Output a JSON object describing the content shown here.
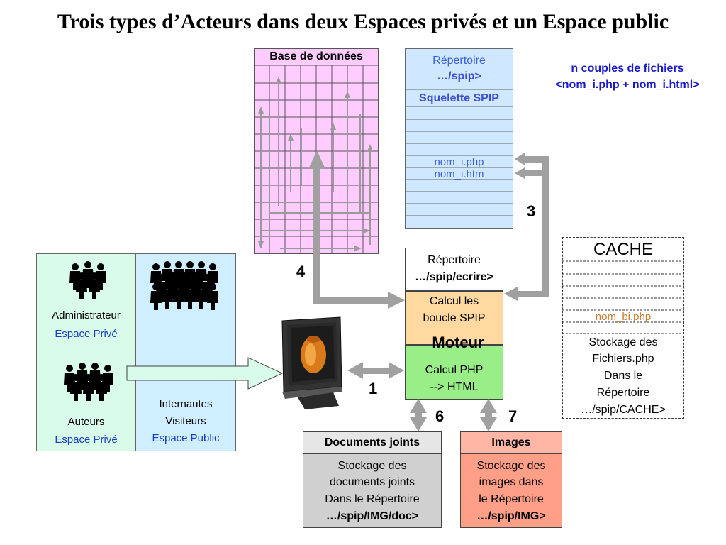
{
  "title": "Trois types d’Acteurs dans deux Espaces privés et un Espace public",
  "database": {
    "header": "Base de données"
  },
  "squelette": {
    "dir_label": "Répertoire",
    "dir_path": "…/spip>",
    "header": "Squelette SPIP",
    "file_php": "nom_i.php",
    "file_htm": "nom_i.htm"
  },
  "note": {
    "line1": "n couples de fichiers",
    "line2": "<nom_i.php + nom_i.html>"
  },
  "cache": {
    "header": "CACHE",
    "file": "nom_bi.php",
    "desc": [
      "Stockage des",
      "Fichiers.php",
      "Dans le",
      "Répertoire",
      "…/spip/CACHE>"
    ]
  },
  "engine": {
    "dir_label": "Répertoire",
    "dir_path": "…/spip/ecrire>",
    "calc_loop": [
      "Calcul les",
      "boucle SPIP"
    ],
    "moteur": "Moteur",
    "calc_php": [
      "Calcul PHP",
      "--> HTML"
    ]
  },
  "actors": {
    "admin_label": "Administrateur",
    "admin_space": "Espace Privé",
    "authors_label": "Auteurs",
    "authors_space": "Espace Privé",
    "visitors_line1": "Internautes",
    "visitors_line2": "Visiteurs",
    "visitors_space": "Espace Public"
  },
  "documents": {
    "header": "Documents joints",
    "desc": [
      "Stockage des",
      "documents joints",
      "Dans le Répertoire",
      "…/spip/IMG/doc>"
    ]
  },
  "images": {
    "header": "Images",
    "desc": [
      "Stockage des",
      "images dans",
      "le Répertoire",
      "…/spip/IMG>"
    ]
  },
  "labels": {
    "n1": "1",
    "n3": "3",
    "n4": "4",
    "n6": "6",
    "n7": "7"
  },
  "colors": {
    "database_fill": "#ffccff",
    "squelette_fill": "#cfe8ff",
    "engine_orange": "#ffd9a0",
    "engine_green": "#99ee88",
    "actor_green": "#d9fbe9",
    "visitor_blue": "#cfeeff",
    "documents_fill": "#d0d0d0",
    "images_fill": "#ff9f88",
    "arrow_gray": "#a0a0a0"
  }
}
